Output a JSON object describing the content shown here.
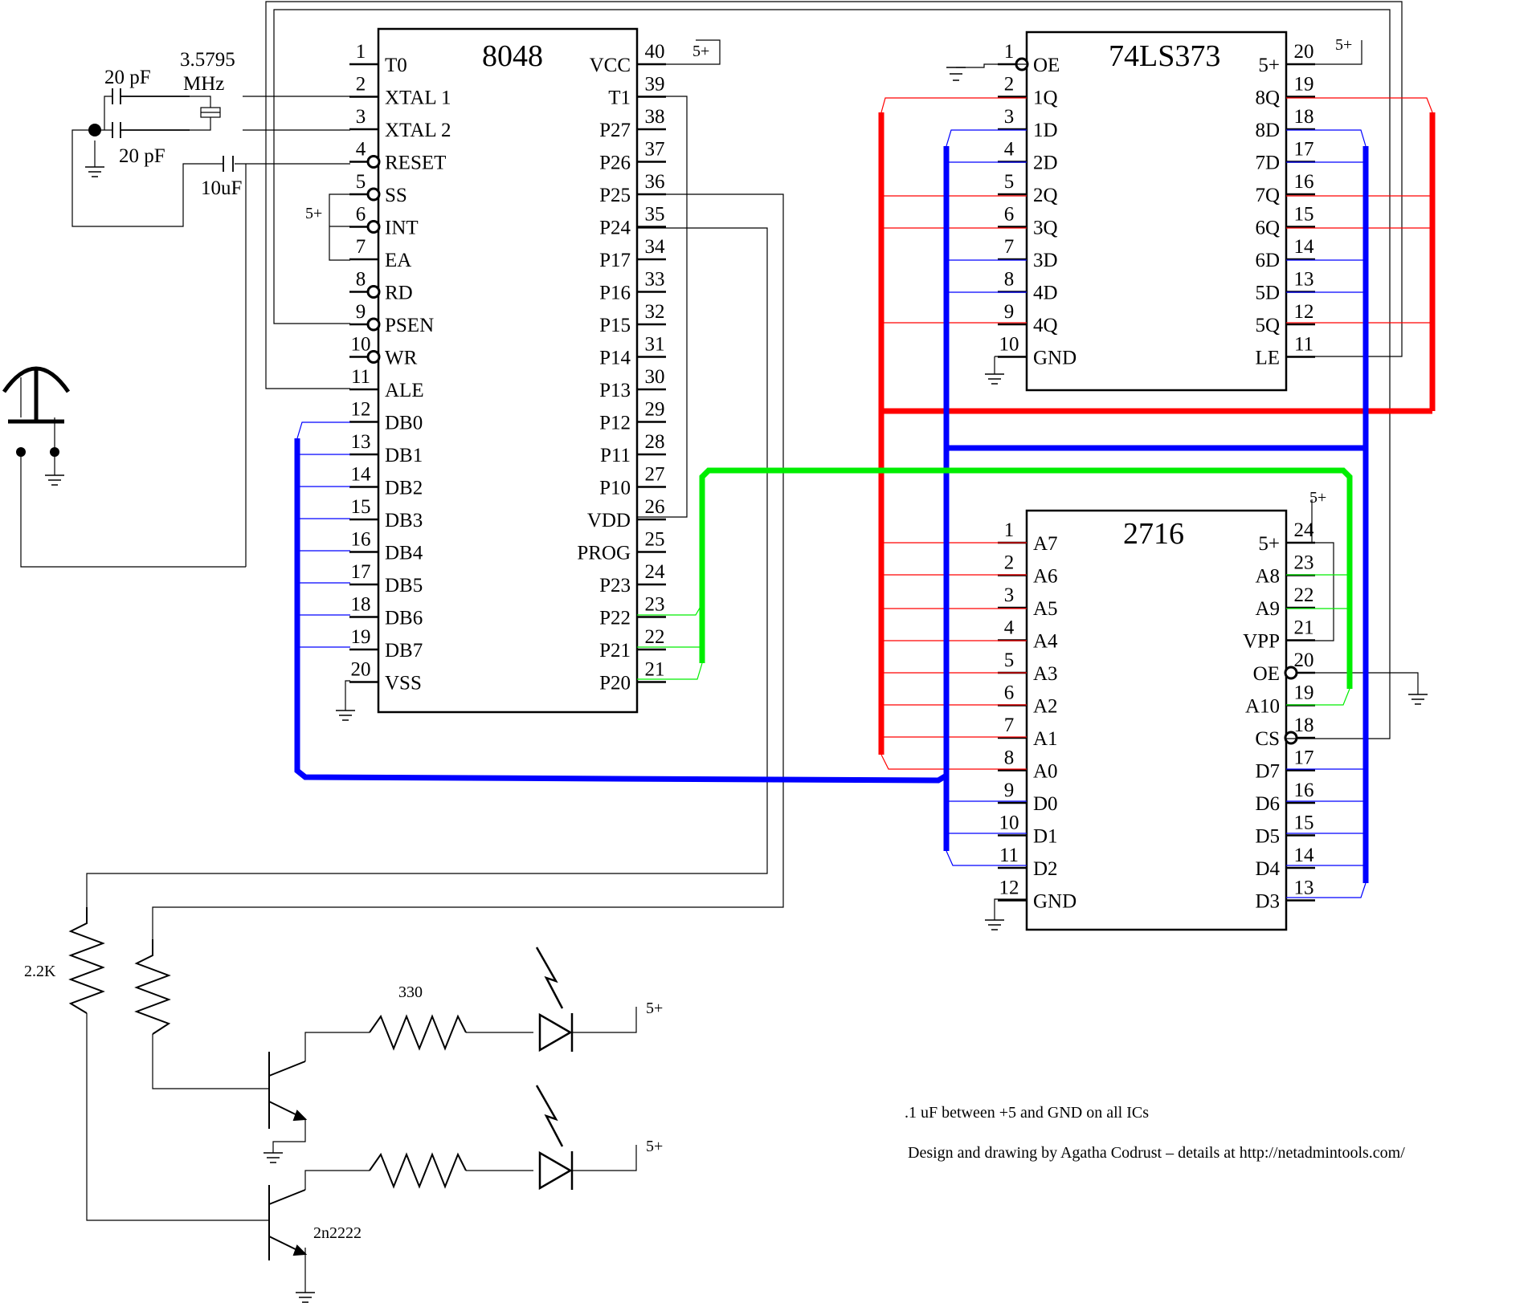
{
  "chips": {
    "cpu": {
      "name": "8048",
      "left": [
        {
          "num": "1",
          "sig": "T0"
        },
        {
          "num": "2",
          "sig": "XTAL 1"
        },
        {
          "num": "3",
          "sig": "XTAL 2"
        },
        {
          "num": "4",
          "sig": "RESET"
        },
        {
          "num": "5",
          "sig": "SS"
        },
        {
          "num": "6",
          "sig": "INT"
        },
        {
          "num": "7",
          "sig": "EA"
        },
        {
          "num": "8",
          "sig": "RD"
        },
        {
          "num": "9",
          "sig": "PSEN"
        },
        {
          "num": "10",
          "sig": "WR"
        },
        {
          "num": "11",
          "sig": "ALE"
        },
        {
          "num": "12",
          "sig": "DB0"
        },
        {
          "num": "13",
          "sig": "DB1"
        },
        {
          "num": "14",
          "sig": "DB2"
        },
        {
          "num": "15",
          "sig": "DB3"
        },
        {
          "num": "16",
          "sig": "DB4"
        },
        {
          "num": "17",
          "sig": "DB5"
        },
        {
          "num": "18",
          "sig": "DB6"
        },
        {
          "num": "19",
          "sig": "DB7"
        },
        {
          "num": "20",
          "sig": "VSS"
        }
      ],
      "right": [
        {
          "num": "40",
          "sig": "VCC"
        },
        {
          "num": "39",
          "sig": "T1"
        },
        {
          "num": "38",
          "sig": "P27"
        },
        {
          "num": "37",
          "sig": "P26"
        },
        {
          "num": "36",
          "sig": "P25"
        },
        {
          "num": "35",
          "sig": "P24"
        },
        {
          "num": "34",
          "sig": "P17"
        },
        {
          "num": "33",
          "sig": "P16"
        },
        {
          "num": "32",
          "sig": "P15"
        },
        {
          "num": "31",
          "sig": "P14"
        },
        {
          "num": "30",
          "sig": "P13"
        },
        {
          "num": "29",
          "sig": "P12"
        },
        {
          "num": "28",
          "sig": "P11"
        },
        {
          "num": "27",
          "sig": "P10"
        },
        {
          "num": "26",
          "sig": "VDD"
        },
        {
          "num": "25",
          "sig": "PROG"
        },
        {
          "num": "24",
          "sig": "P23"
        },
        {
          "num": "23",
          "sig": "P22"
        },
        {
          "num": "22",
          "sig": "P21"
        },
        {
          "num": "21",
          "sig": "P20"
        }
      ]
    },
    "latch": {
      "name": "74LS373",
      "left": [
        {
          "num": "1",
          "sig": "OE"
        },
        {
          "num": "2",
          "sig": "1Q"
        },
        {
          "num": "3",
          "sig": "1D"
        },
        {
          "num": "4",
          "sig": "2D"
        },
        {
          "num": "5",
          "sig": "2Q"
        },
        {
          "num": "6",
          "sig": "3Q"
        },
        {
          "num": "7",
          "sig": "3D"
        },
        {
          "num": "8",
          "sig": "4D"
        },
        {
          "num": "9",
          "sig": "4Q"
        },
        {
          "num": "10",
          "sig": "GND"
        }
      ],
      "right": [
        {
          "num": "20",
          "sig": "5+"
        },
        {
          "num": "19",
          "sig": "8Q"
        },
        {
          "num": "18",
          "sig": "8D"
        },
        {
          "num": "17",
          "sig": "7D"
        },
        {
          "num": "16",
          "sig": "7Q"
        },
        {
          "num": "15",
          "sig": "6Q"
        },
        {
          "num": "14",
          "sig": "6D"
        },
        {
          "num": "13",
          "sig": "5D"
        },
        {
          "num": "12",
          "sig": "5Q"
        },
        {
          "num": "11",
          "sig": "LE"
        }
      ]
    },
    "eprom": {
      "name": "2716",
      "left": [
        {
          "num": "1",
          "sig": "A7"
        },
        {
          "num": "2",
          "sig": "A6"
        },
        {
          "num": "3",
          "sig": "A5"
        },
        {
          "num": "4",
          "sig": "A4"
        },
        {
          "num": "5",
          "sig": "A3"
        },
        {
          "num": "6",
          "sig": "A2"
        },
        {
          "num": "7",
          "sig": "A1"
        },
        {
          "num": "8",
          "sig": "A0"
        },
        {
          "num": "9",
          "sig": "D0"
        },
        {
          "num": "10",
          "sig": "D1"
        },
        {
          "num": "11",
          "sig": "D2"
        },
        {
          "num": "12",
          "sig": "GND"
        }
      ],
      "right": [
        {
          "num": "24",
          "sig": "5+"
        },
        {
          "num": "23",
          "sig": "A8"
        },
        {
          "num": "22",
          "sig": "A9"
        },
        {
          "num": "21",
          "sig": "VPP"
        },
        {
          "num": "20",
          "sig": "OE"
        },
        {
          "num": "19",
          "sig": "A10"
        },
        {
          "num": "18",
          "sig": "CS"
        },
        {
          "num": "17",
          "sig": "D7"
        },
        {
          "num": "16",
          "sig": "D6"
        },
        {
          "num": "15",
          "sig": "D5"
        },
        {
          "num": "14",
          "sig": "D4"
        },
        {
          "num": "13",
          "sig": "D3"
        }
      ]
    }
  },
  "labels": {
    "cap_top": "20 pF",
    "cap_bottom": "20 pF",
    "crystal_freq": "3.5795",
    "crystal_unit": "MHz",
    "reset_cap": "10uF",
    "supply_8048_vcc": "5+",
    "supply_8048_int": "5+",
    "supply_373": "5+",
    "supply_2716": "5+",
    "supply_led1": "5+",
    "supply_led2": "5+",
    "base_resistor": "2.2K",
    "led_resistor": "330",
    "transistor": "2n2222"
  },
  "notes": {
    "bypass": ".1 uF between +5 and GND on all ICs",
    "credit": "Design and drawing by Agatha Codrust – details at http://netadmintools.com/"
  },
  "colors": {
    "address_bus": "#ff0000",
    "data_bus": "#0000ff",
    "high_address": "#00ee00",
    "wire": "#000000"
  }
}
